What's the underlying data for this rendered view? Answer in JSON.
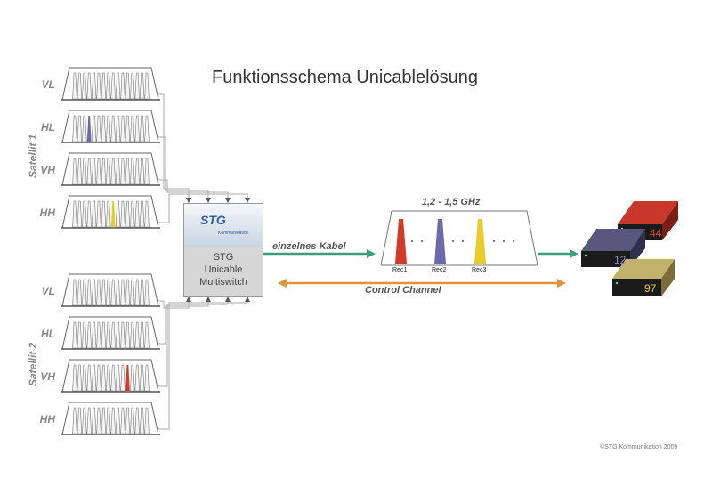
{
  "title": "Funktionsschema Unicablelösung",
  "satellites": [
    {
      "label": "Satellit 1",
      "bands": [
        "VL",
        "HL",
        "VH",
        "HH"
      ]
    },
    {
      "label": "Satellit 2",
      "bands": [
        "VL",
        "HL",
        "VH",
        "HH"
      ]
    }
  ],
  "switch": {
    "logo": "STG",
    "logo_sub": "Kommunikation",
    "lines": [
      "STG",
      "Unicable",
      "Multiswitch"
    ]
  },
  "cable_label": "einzelnes Kabel",
  "control_label": "Control Channel",
  "frequency_label": "1,2 - 1,5 GHz",
  "receivers": [
    "Rec1",
    "Rec2",
    "Rec3"
  ],
  "set_top_boxes": [
    "44",
    "12",
    "97"
  ],
  "copyright": "©STG Kommunikation 2009",
  "colors": {
    "rec1": "#d23a2a",
    "rec2": "#6b6bab",
    "rec3": "#e8cc2c",
    "cable_arrow": "#3b9e7a",
    "control_arrow": "#e1933a"
  }
}
